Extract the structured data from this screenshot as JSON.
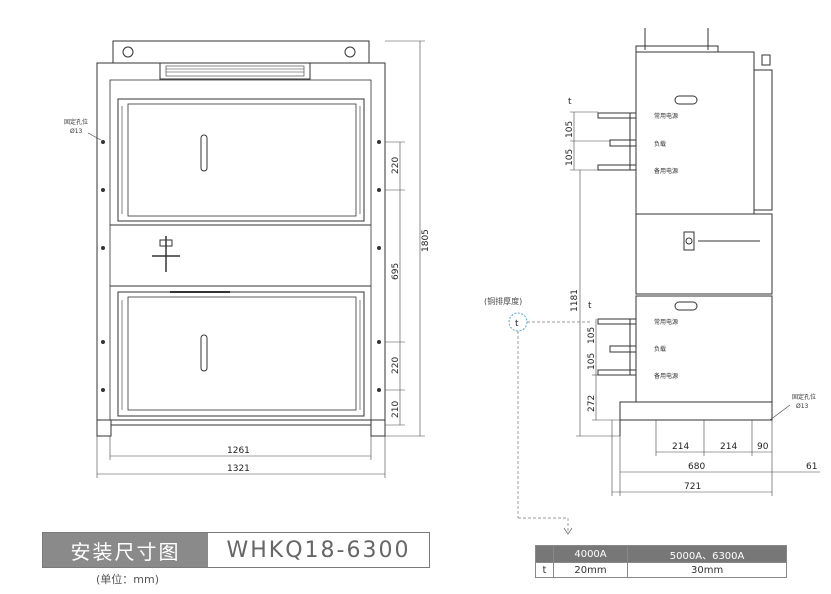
{
  "front_view": {
    "mount_hole_label": "固定孔位",
    "mount_hole_dia": "Ø13",
    "dim_width_inner": "1261",
    "dim_width_outer": "1321",
    "dim_height_total": "1805",
    "dim_upper_220": "220",
    "dim_middle_695": "695",
    "dim_lower_220": "220",
    "dim_bottom_210": "210"
  },
  "side_view": {
    "upper_unit_labels": [
      "常用电源",
      "负载",
      "备用电源"
    ],
    "lower_unit_labels": [
      "常用电源",
      "负载",
      "备用电源"
    ],
    "t_symbol": "t",
    "dim_105_a": "105",
    "dim_105_b": "105",
    "dim_1181": "1181",
    "dim_105_c": "105",
    "dim_105_d": "105",
    "dim_272": "272",
    "dim_214_a": "214",
    "dim_214_b": "214",
    "dim_90": "90",
    "dim_680": "680",
    "dim_721": "721",
    "dim_61": "61",
    "mount_hole_label": "固定孔位",
    "mount_hole_dia": "Ø13",
    "busbar_note": "(铜排厚度)",
    "callout_symbol": "t"
  },
  "title": {
    "chinese": "安装尺寸图",
    "model": "WHKQ18-6300",
    "unit": "(单位：mm)"
  },
  "thickness_table": {
    "headers": [
      "",
      "4000A",
      "5000A、6300A"
    ],
    "row": [
      "t",
      "20mm",
      "30mm"
    ]
  }
}
